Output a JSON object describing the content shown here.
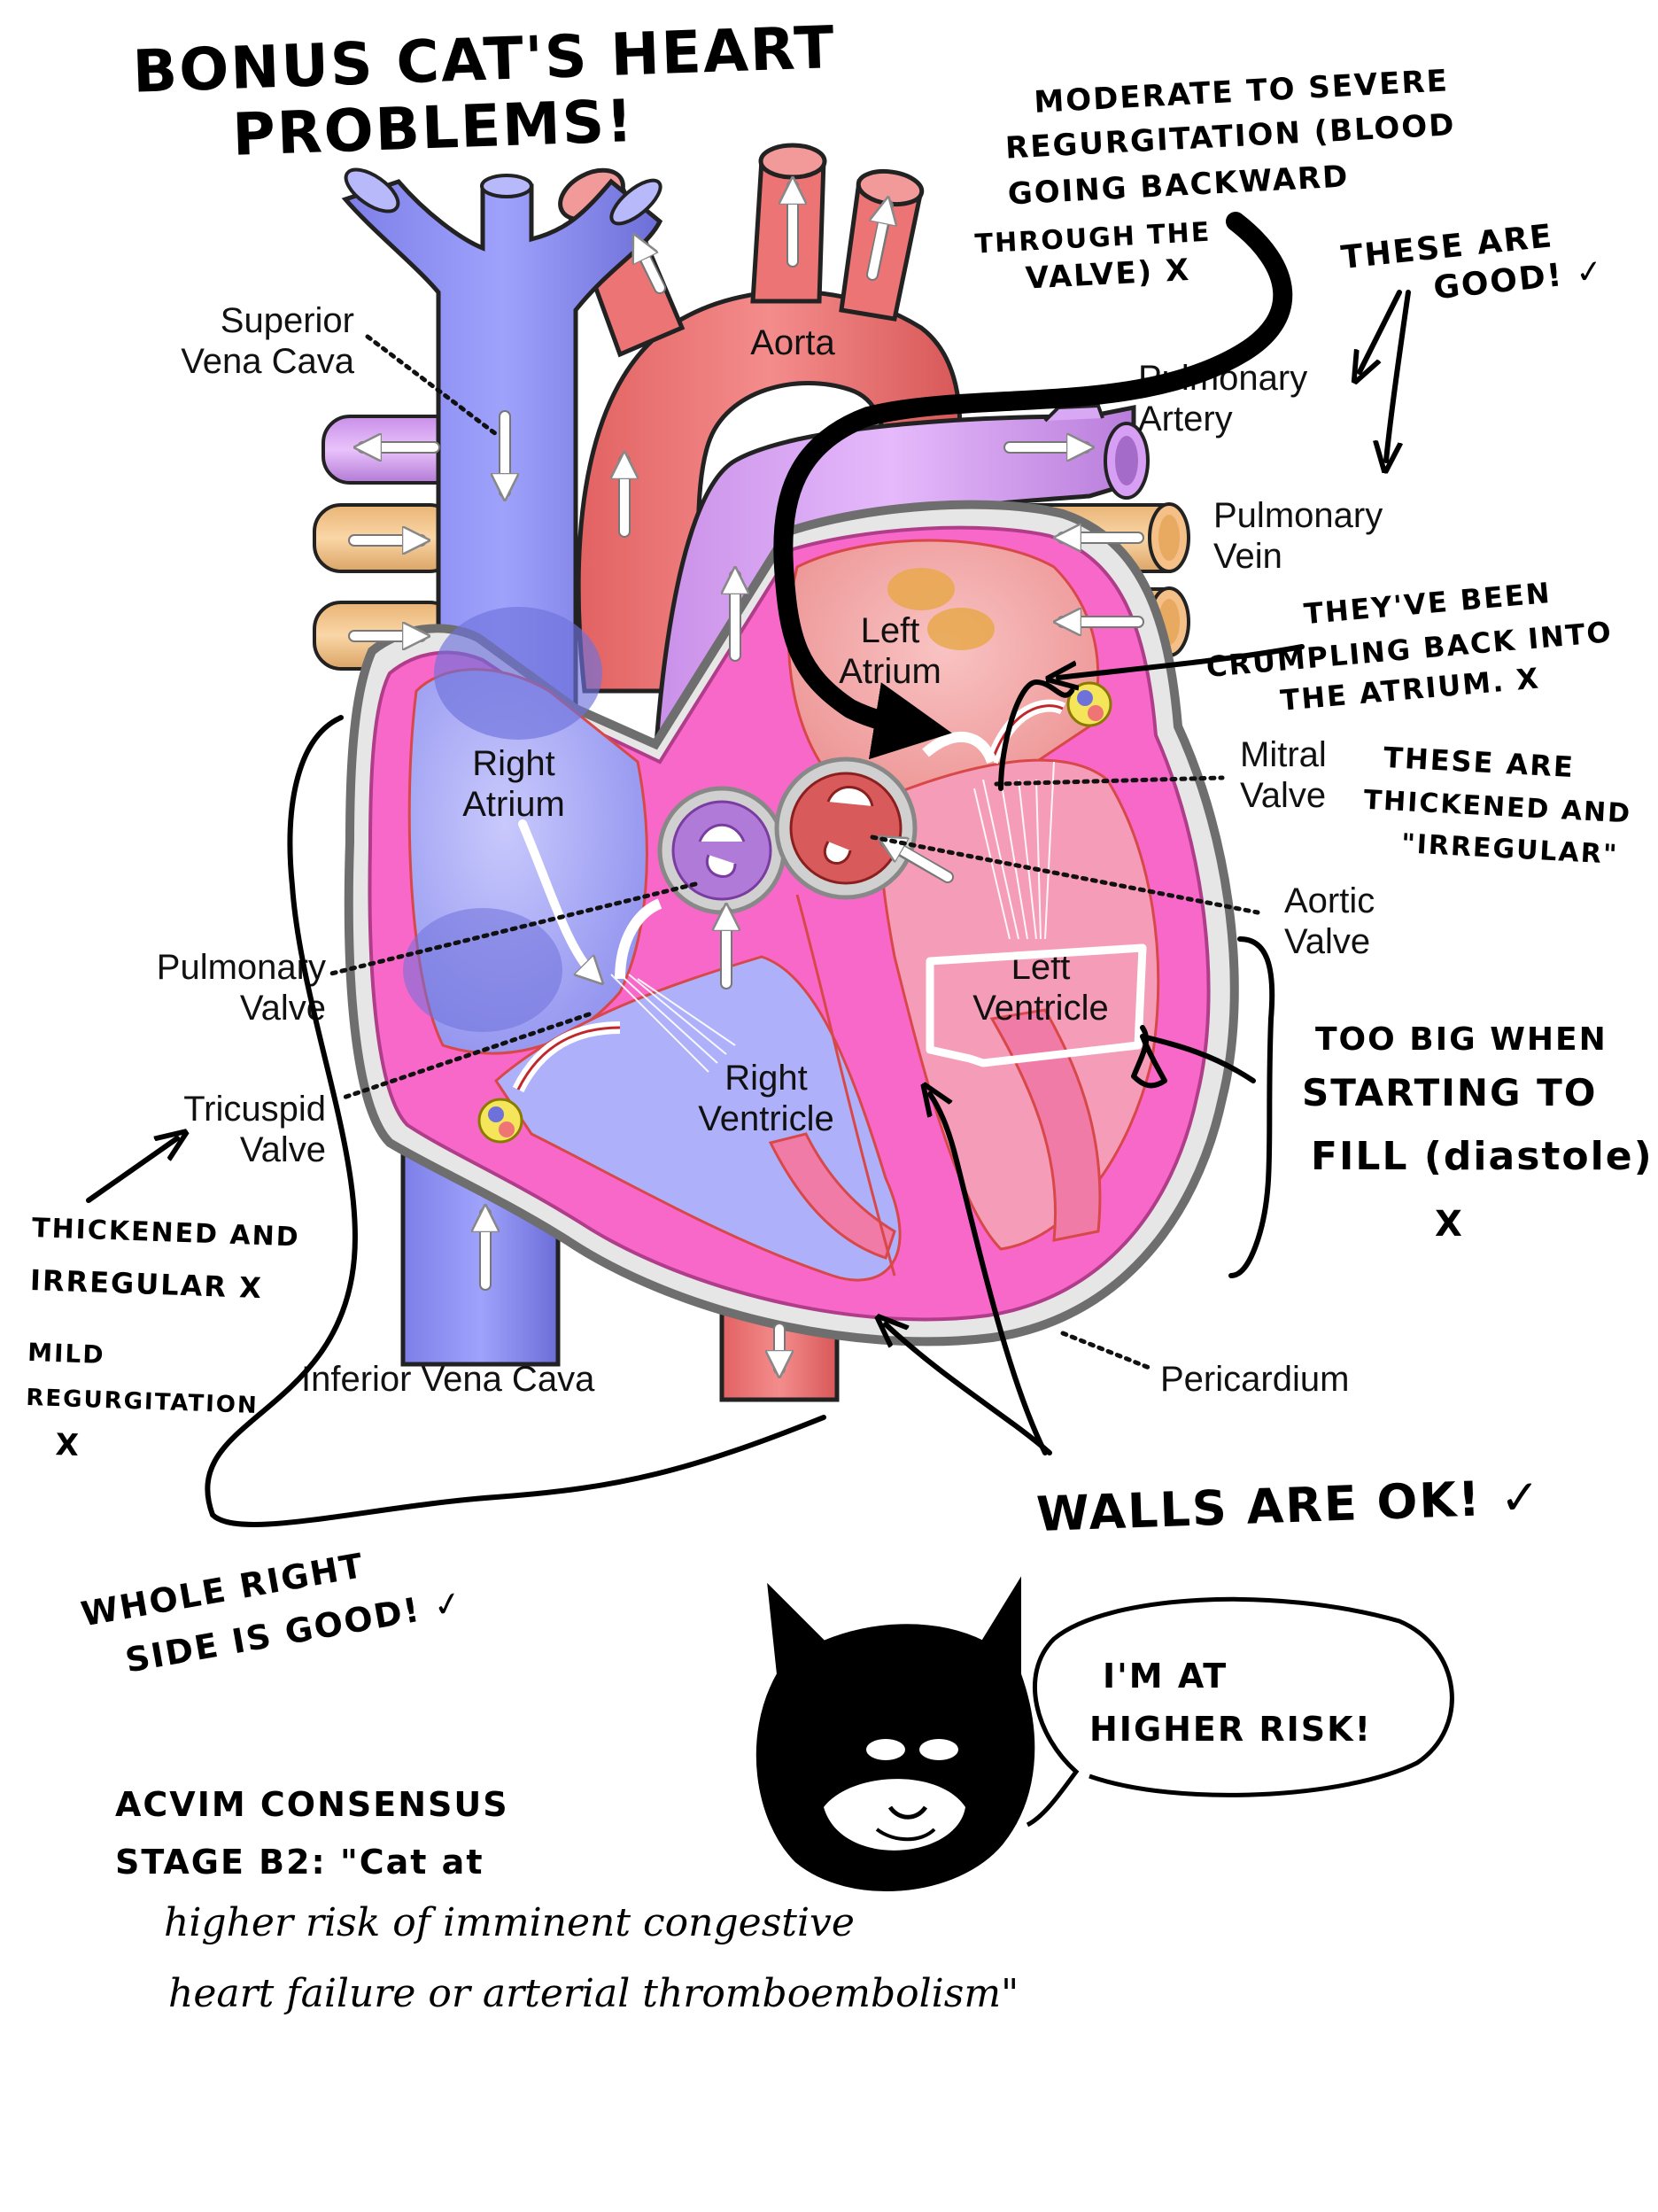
{
  "title": {
    "line1": "BONUS CAT'S HEART",
    "line2": "PROBLEMS!"
  },
  "labels": {
    "superior_vena_cava": [
      "Superior",
      "Vena Cava"
    ],
    "aorta": "Aorta",
    "pulmonary_artery": [
      "Pulmonary",
      "Artery"
    ],
    "pulmonary_vein": [
      "Pulmonary",
      "Vein"
    ],
    "left_atrium": [
      "Left",
      "Atrium"
    ],
    "right_atrium": [
      "Right",
      "Atrium"
    ],
    "mitral_valve": [
      "Mitral",
      "Valve"
    ],
    "aortic_valve": [
      "Aortic",
      "Valve"
    ],
    "pulmonary_valve": [
      "Pulmonary",
      "Valve"
    ],
    "left_ventricle": [
      "Left",
      "Ventricle"
    ],
    "right_ventricle": [
      "Right",
      "Ventricle"
    ],
    "tricuspid_valve": [
      "Tricuspid",
      "Valve"
    ],
    "inferior_vena_cava": "Inferior Vena Cava",
    "pericardium": "Pericardium"
  },
  "notes": {
    "regurgitation": [
      "MODERATE TO SEVERE",
      "REGURGITATION (BLOOD",
      "GOING BACKWARD",
      "THROUGH THE",
      "VALVE) X"
    ],
    "these_are_good": [
      "THESE ARE",
      "GOOD! ✓"
    ],
    "crumpling": [
      "THEY'VE BEEN",
      "CRUMPLING BACK INTO",
      "THE ATRIUM. X"
    ],
    "thickened_mitral": [
      "THESE ARE",
      "THICKENED AND",
      "\"IRREGULAR\""
    ],
    "too_big": [
      "TOO BIG WHEN",
      "STARTING TO",
      "FILL (diastole)",
      "X"
    ],
    "tricuspid_note": [
      "THICKENED AND",
      "IRREGULAR X",
      "MILD",
      "REGURGITATION",
      "X"
    ],
    "walls_ok": "WALLS ARE OK! ✓",
    "right_side_good": [
      "WHOLE RIGHT",
      "SIDE IS GOOD! ✓"
    ],
    "cat_speech": [
      "I'M AT",
      "HIGHER RISK!"
    ],
    "acvim": [
      "ACVIM CONSENSUS",
      "STAGE B2: \"Cat at",
      "higher risk of imminent congestive",
      "heart failure or arterial thromboembolism\""
    ]
  },
  "colors": {
    "vein_blue": "#8f92f2",
    "artery_red": "#ef7474",
    "pulmonary_purple": "#d9a8f4",
    "pulmonary_vein_tan": "#f6c98f",
    "heart_pink": "#f765c8",
    "atrium_pink": "#f2a2a2"
  }
}
